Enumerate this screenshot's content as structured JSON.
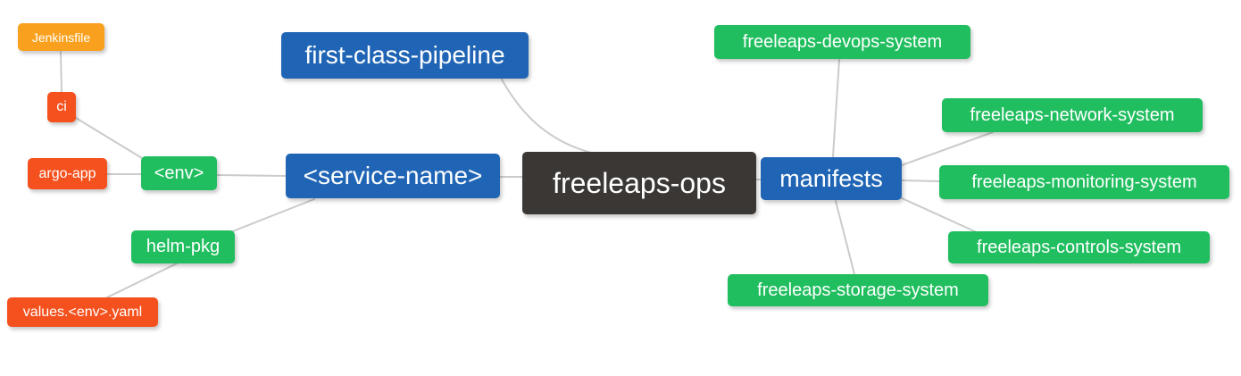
{
  "colors": {
    "orange": "#F9A11E",
    "red": "#F4511E",
    "green": "#21BE60",
    "blue": "#2065B5",
    "dark": "#3B3734",
    "edge": "#CBCBCB",
    "background": "#FFFFFF",
    "node_text": "#FFFFFF"
  },
  "nodes": {
    "jenkinsfile": {
      "label": "Jenkinsfile",
      "color": "orange"
    },
    "ci": {
      "label": "ci",
      "color": "red"
    },
    "argo_app": {
      "label": "argo-app",
      "color": "red"
    },
    "env": {
      "label": "<env>",
      "color": "green"
    },
    "helm_pkg": {
      "label": "helm-pkg",
      "color": "green"
    },
    "values_env_yaml": {
      "label": "values.<env>.yaml",
      "color": "red"
    },
    "first_class_pipeline": {
      "label": "first-class-pipeline",
      "color": "blue"
    },
    "service_name": {
      "label": "<service-name>",
      "color": "blue"
    },
    "freeleaps_ops": {
      "label": "freeleaps-ops",
      "color": "dark"
    },
    "manifests": {
      "label": "manifests",
      "color": "blue"
    },
    "devops_system": {
      "label": "freeleaps-devops-system",
      "color": "green"
    },
    "network_system": {
      "label": "freeleaps-network-system",
      "color": "green"
    },
    "monitoring_system": {
      "label": "freeleaps-monitoring-system",
      "color": "green"
    },
    "controls_system": {
      "label": "freeleaps-controls-system",
      "color": "green"
    },
    "storage_system": {
      "label": "freeleaps-storage-system",
      "color": "green"
    }
  },
  "edges": [
    {
      "from": "jenkinsfile",
      "to": "ci"
    },
    {
      "from": "ci",
      "to": "env"
    },
    {
      "from": "argo_app",
      "to": "env"
    },
    {
      "from": "env",
      "to": "service_name"
    },
    {
      "from": "service_name",
      "to": "helm_pkg"
    },
    {
      "from": "helm_pkg",
      "to": "values_env_yaml"
    },
    {
      "from": "first_class_pipeline",
      "to": "freeleaps_ops"
    },
    {
      "from": "service_name",
      "to": "freeleaps_ops"
    },
    {
      "from": "freeleaps_ops",
      "to": "manifests"
    },
    {
      "from": "manifests",
      "to": "devops_system"
    },
    {
      "from": "manifests",
      "to": "network_system"
    },
    {
      "from": "manifests",
      "to": "monitoring_system"
    },
    {
      "from": "manifests",
      "to": "controls_system"
    },
    {
      "from": "manifests",
      "to": "storage_system"
    }
  ]
}
